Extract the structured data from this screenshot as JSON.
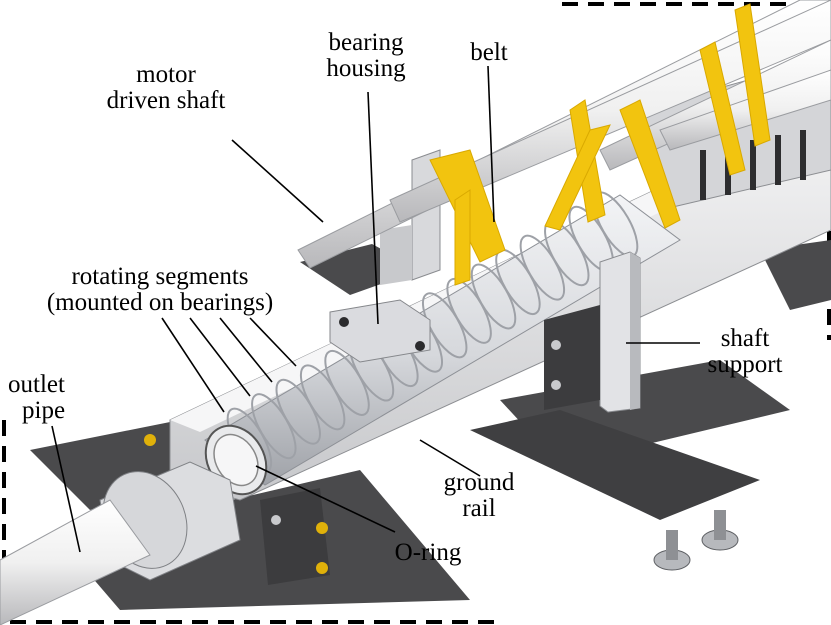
{
  "labels": {
    "motor_driven_shaft": [
      "motor",
      "driven shaft"
    ],
    "bearing_housing": [
      "bearing",
      "housing"
    ],
    "belt": "belt",
    "rotating_segments": [
      "rotating segments",
      "(mounted on bearings)"
    ],
    "outlet_pipe": [
      "outlet",
      "pipe"
    ],
    "shaft_support": [
      "shaft",
      "support"
    ],
    "ground_rail": [
      "ground",
      "rail"
    ],
    "o_ring": "O-ring"
  },
  "colors": {
    "belt": "#f2c40f",
    "metal_light": "#e6e7ea",
    "metal_mid": "#c9cbcf",
    "metal_dark": "#3d3d3f",
    "plate": "#4a4a4c",
    "pipe": "#f4f4f4",
    "segment": "#d7d9de",
    "leader": "#000000"
  },
  "icons": {
    "dashed_frame_top_right": "dashed-frame",
    "dashed_frame_bottom_left": "dashed-frame"
  }
}
